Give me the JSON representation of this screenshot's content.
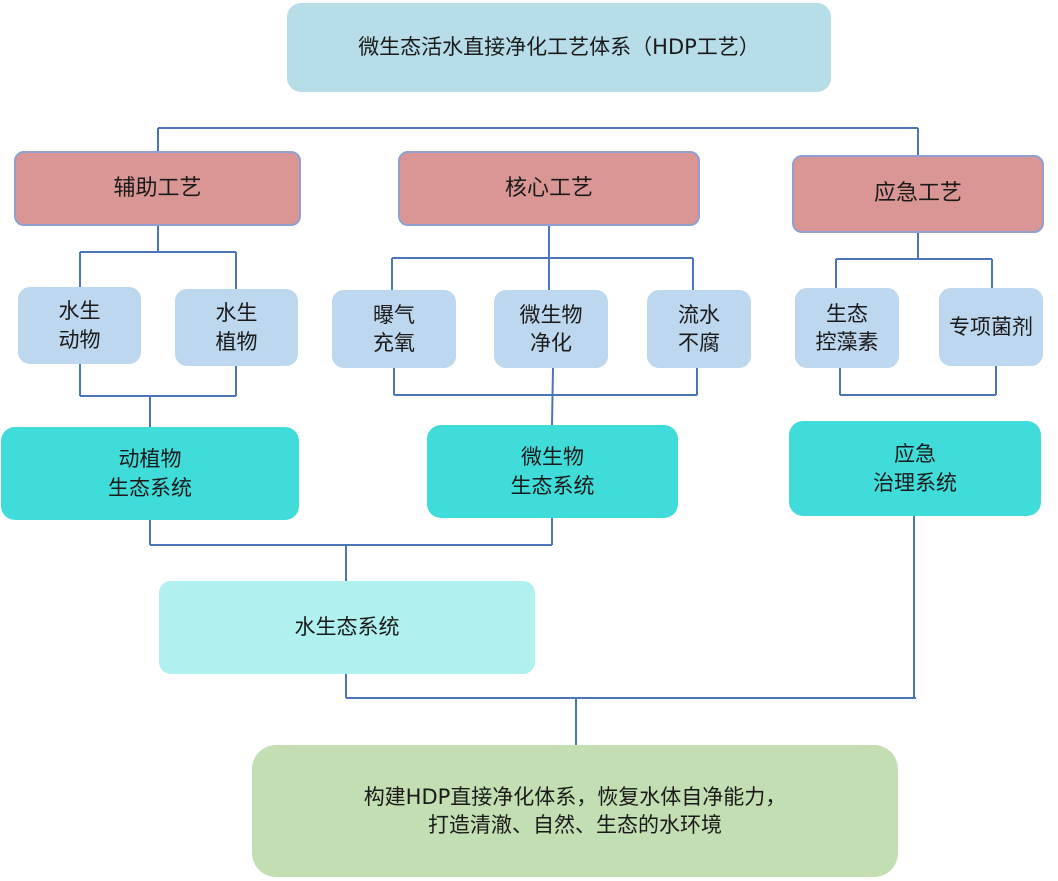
{
  "title": "微生态活水直接净化工艺体系（HDP工艺）",
  "categories": {
    "auxiliary": "辅助工艺",
    "core": "核心工艺",
    "emergency": "应急工艺"
  },
  "sub_items": {
    "aquatic_animals": "水生\n动物",
    "aquatic_plants": "水生\n植物",
    "aeration": "曝气\n充氧",
    "microbial_purification": "微生物\n净化",
    "flowing_water": "流水\n不腐",
    "algae_control": "生态\n控藻素",
    "special_bacteria": "专项菌剂"
  },
  "systems": {
    "plant_animal": "动植物\n生态系统",
    "microbial": "微生物\n生态系统",
    "emergency": "应急\n治理系统"
  },
  "water_ecosystem": "水生态系统",
  "goal": "构建HDP直接净化体系，恢复水体自净能力，\n打造清澈、自然、生态的水环境"
}
